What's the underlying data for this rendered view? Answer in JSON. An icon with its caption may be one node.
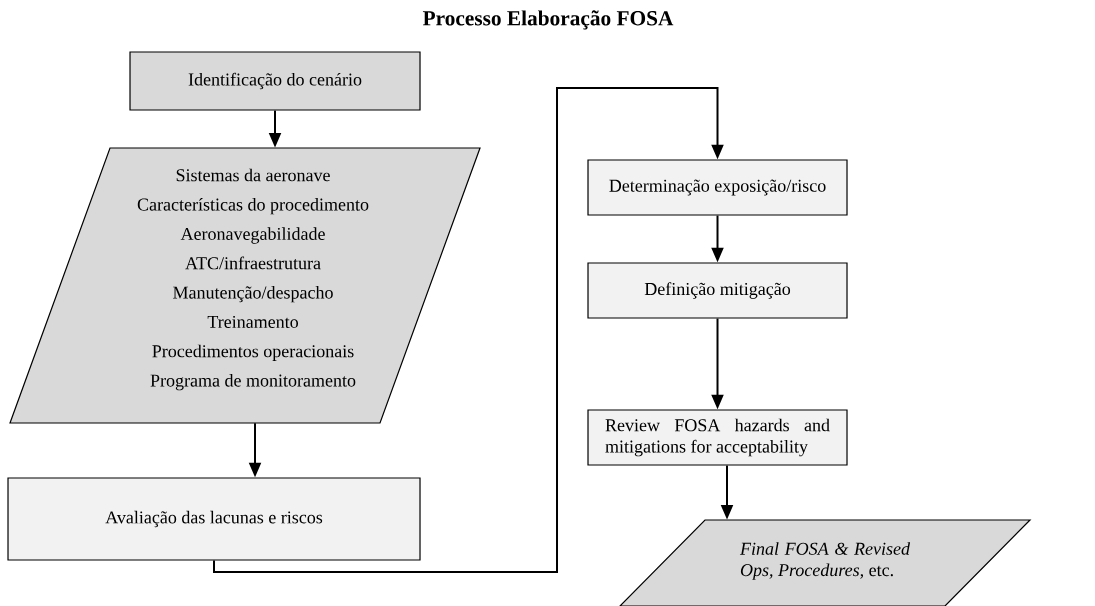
{
  "diagram": {
    "title": "Processo Elaboração FOSA",
    "nodes": [
      {
        "text": [
          "Identificação do cenário"
        ]
      },
      {
        "text": [
          "Sistemas da aeronave",
          "Características do procedimento",
          "Aeronavegabilidade",
          "ATC/infraestrutura",
          "Manutenção/despacho",
          "Treinamento",
          "Procedimentos operacionais",
          "Programa de monitoramento"
        ]
      },
      {
        "text": [
          "Avaliação das lacunas e riscos"
        ]
      },
      {
        "text": [
          "Determinação exposição/risco"
        ]
      },
      {
        "text": [
          "Definição mitigação"
        ]
      },
      {
        "text": [
          "Review FOSA hazards and mitigations for acceptability"
        ]
      },
      {
        "text": [
          "*Final FOSA & Revised Ops, Procedures*, etc."
        ]
      }
    ],
    "edges": [
      {
        "from": 0,
        "to": 1,
        "arrow": "to"
      },
      {
        "from": 1,
        "to": 2,
        "arrow": "to"
      },
      {
        "from": 2,
        "to": 3,
        "arrow": "to"
      },
      {
        "from": 3,
        "to": 4,
        "arrow": "to"
      },
      {
        "from": 4,
        "to": 5,
        "arrow": "to"
      },
      {
        "from": 5,
        "to": 6,
        "arrow": "to"
      }
    ]
  }
}
